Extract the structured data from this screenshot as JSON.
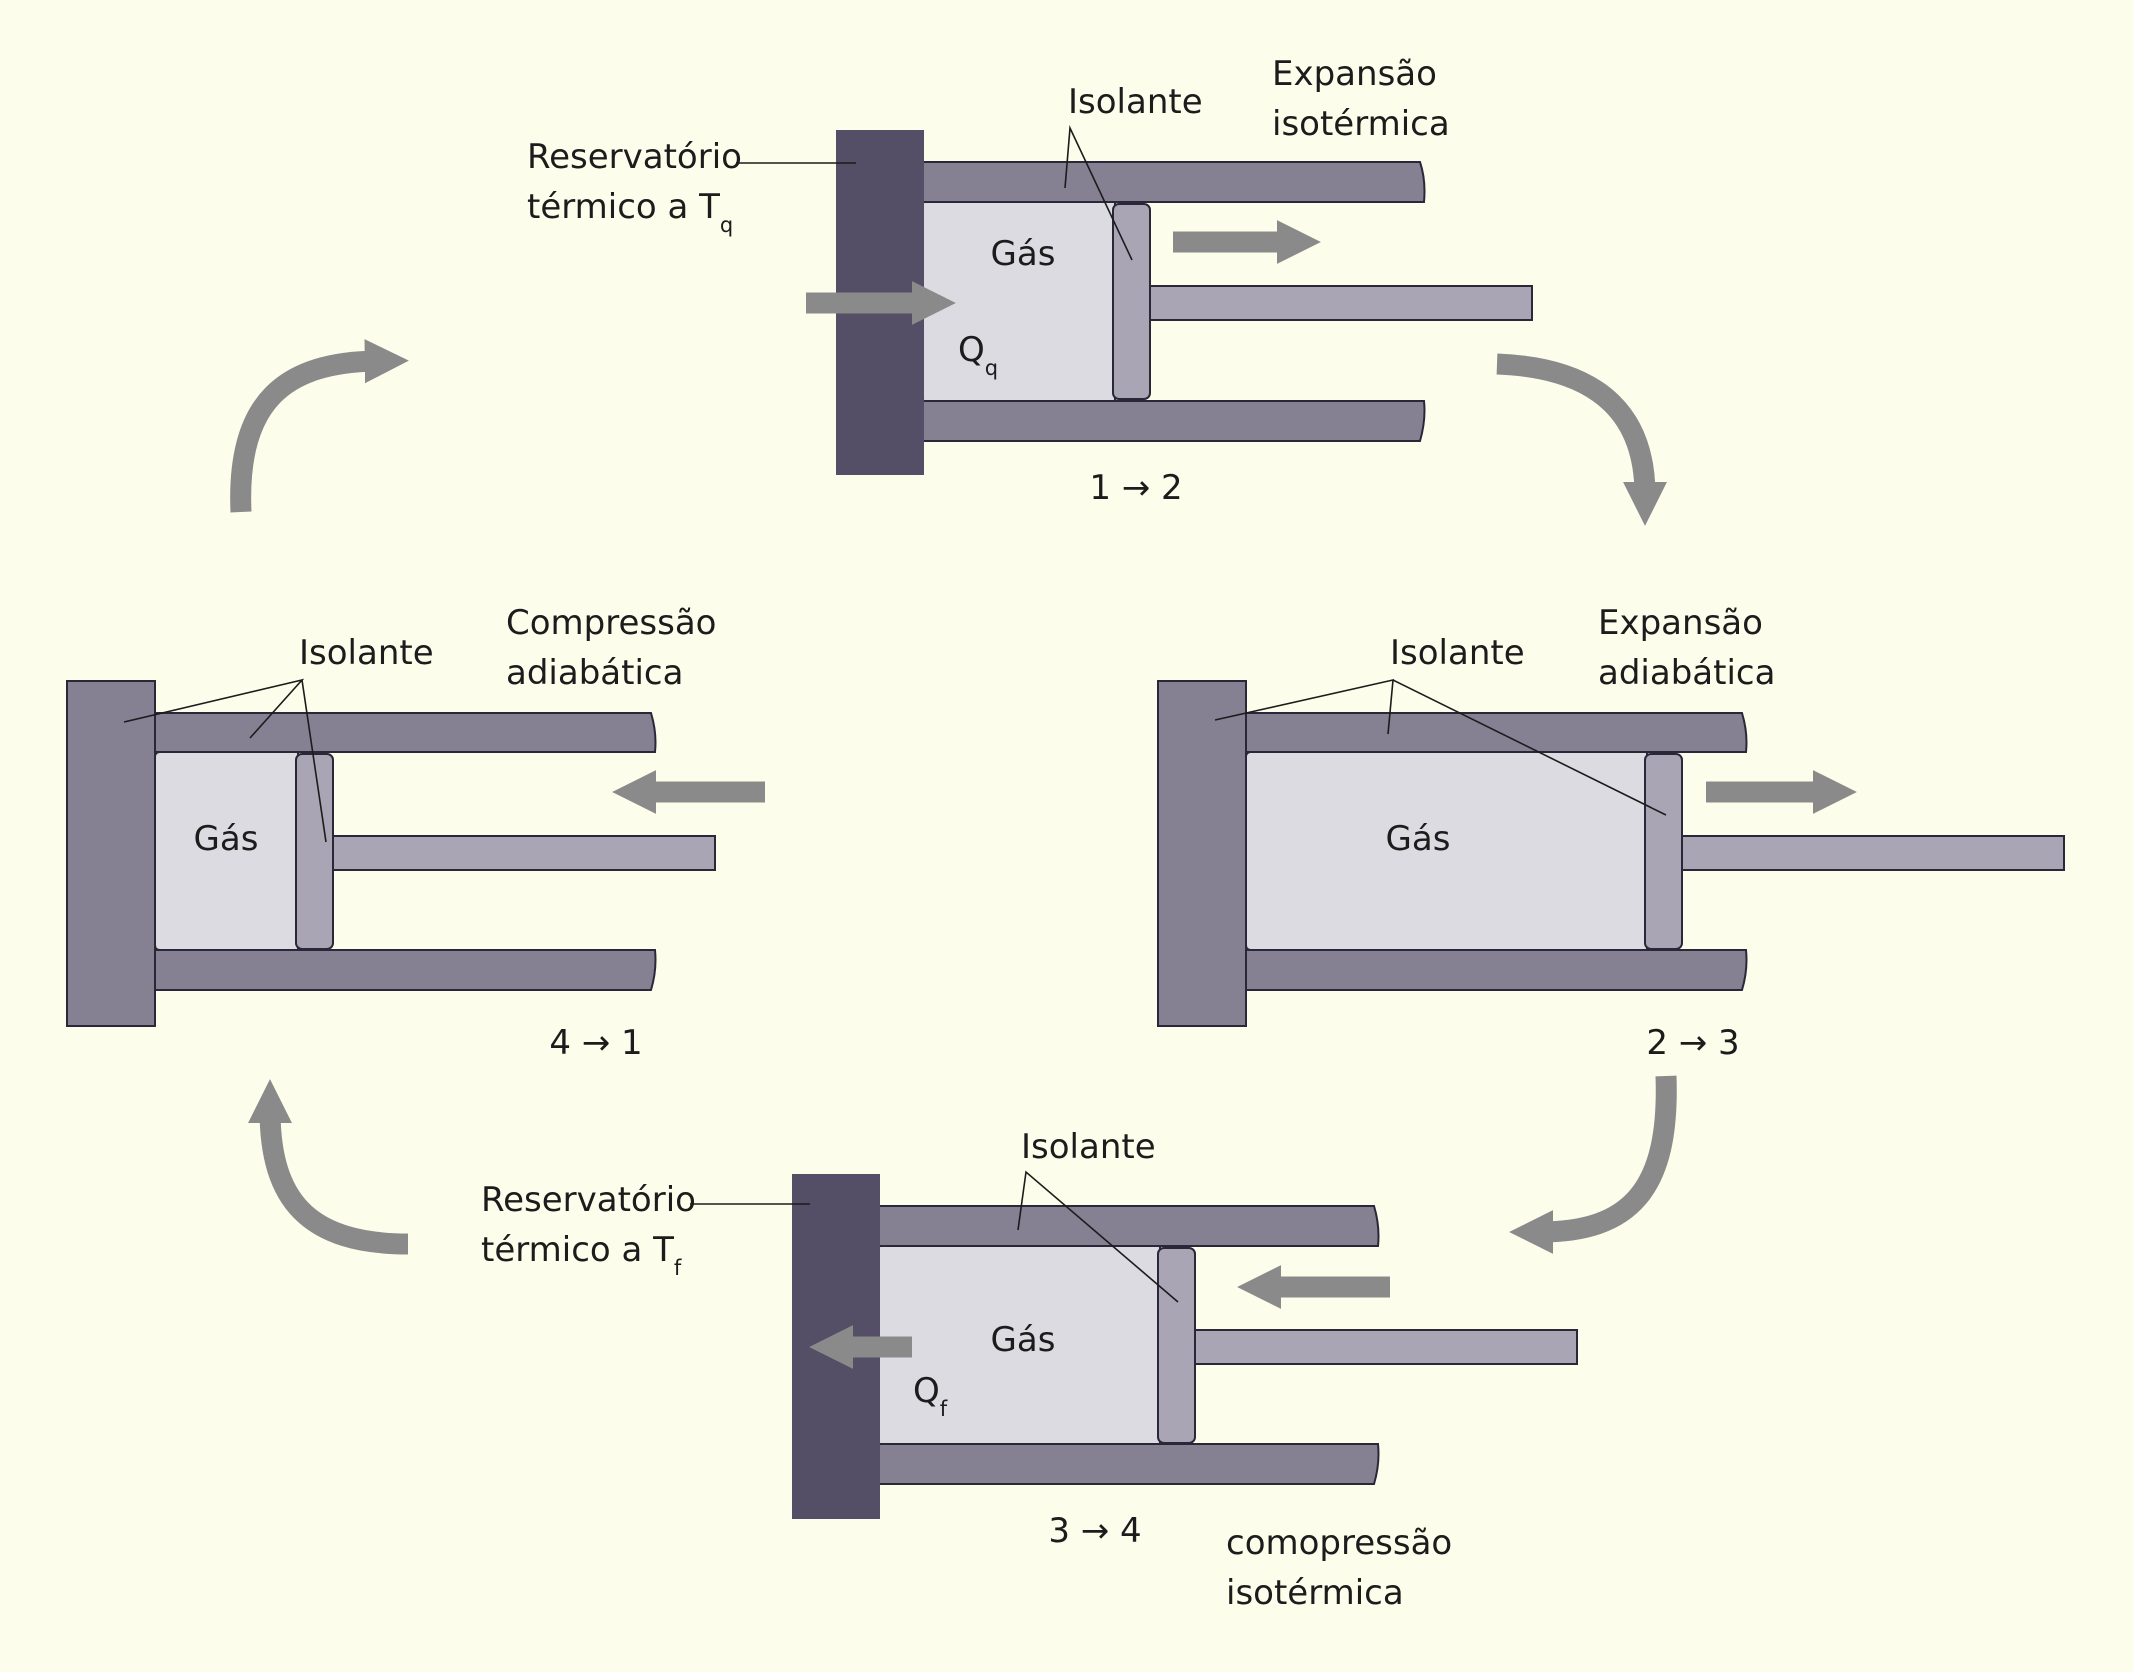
{
  "colors": {
    "background": "#fdfdec",
    "reservoir_hot": "#544f67",
    "reservoir_cold": "#544f67",
    "insulating_base": "#858092",
    "cylinder_wall": "#858092",
    "gas": "#dcdbe2",
    "piston": "#a9a5b4",
    "rod": "#a9a5b4",
    "arrow": "#8a8a8a",
    "outline": "#2a2838",
    "text": "#1c1c1c"
  },
  "stages": {
    "s12": {
      "step": "1 → 2",
      "title_line1": "Expansão",
      "title_line2": "isotérmica",
      "insulator": "Isolante",
      "gas": "Gás",
      "reservoir_line1": "Reservatório",
      "reservoir_line2": "térmico a T",
      "reservoir_sub": "q",
      "heat": "Q",
      "heat_sub": "q"
    },
    "s23": {
      "step": "2 → 3",
      "title_line1": "Expansão",
      "title_line2": "adiabática",
      "insulator": "Isolante",
      "gas": "Gás"
    },
    "s34": {
      "step": "3 → 4",
      "title_line1": "comopressão",
      "title_line2": "isotérmica",
      "insulator": "Isolante",
      "gas": "Gás",
      "reservoir_line1": "Reservatório",
      "reservoir_line2": "térmico a T",
      "reservoir_sub": "f",
      "heat": "Q",
      "heat_sub": "f"
    },
    "s41": {
      "step": "4 → 1",
      "title_line1": "Compressão",
      "title_line2": "adiabática",
      "insulator": "Isolante",
      "gas": "Gás"
    }
  }
}
